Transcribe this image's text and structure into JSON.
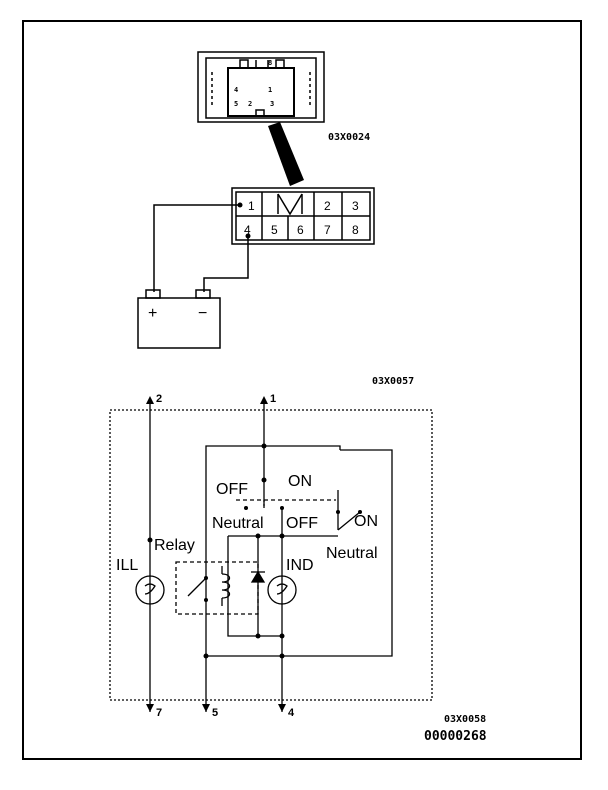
{
  "top_view": {
    "code": "03X0024",
    "pin_labels": [
      "8",
      "4",
      "1",
      "5",
      "2",
      "3"
    ]
  },
  "connector": {
    "cells": [
      "1",
      "",
      "2",
      "3",
      "4",
      "5",
      "6",
      "7",
      "8"
    ]
  },
  "battery": {
    "plus": "+",
    "minus": "−"
  },
  "test_code": "03X0057",
  "schematic": {
    "terminals": [
      "2",
      "1",
      "7",
      "5",
      "4"
    ],
    "labels": {
      "off_top": "OFF",
      "on_top": "ON",
      "neutral_left": "Neutral",
      "off_mid": "OFF",
      "on_right": "ON",
      "neutral_right": "Neutral",
      "relay": "Relay",
      "ill": "ILL",
      "ind": "IND"
    },
    "code": "03X0058",
    "doc_number": "00000268"
  }
}
